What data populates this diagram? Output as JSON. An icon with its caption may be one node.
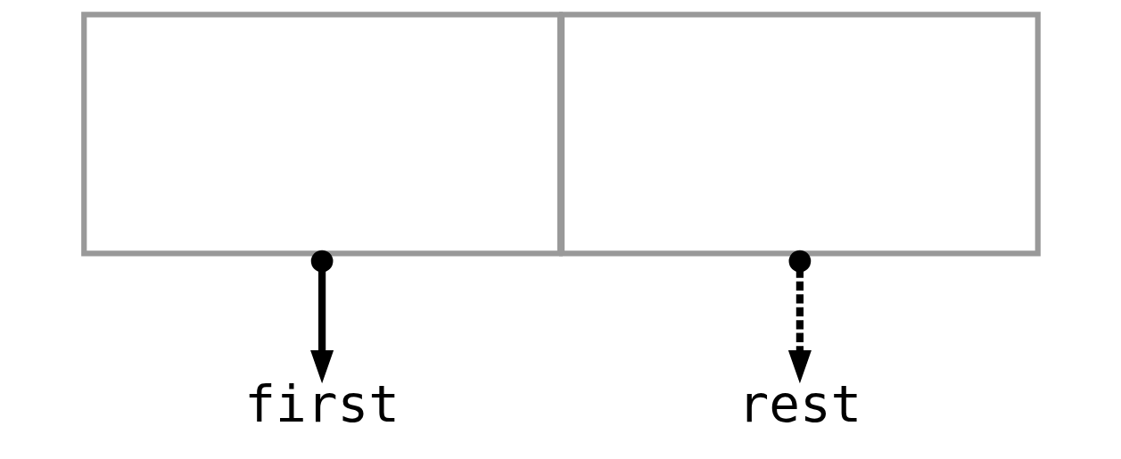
{
  "diagram": {
    "nodes": [
      {
        "text": [],
        "shape": "box"
      },
      {
        "text": [],
        "shape": "box"
      },
      {
        "text": [
          "first"
        ]
      },
      {
        "text": [
          "rest"
        ]
      }
    ],
    "edges": [
      {
        "from": 0,
        "to": 2,
        "arrow": "to"
      },
      {
        "from": 1,
        "to": 3,
        "arrow": "to",
        "style": "dashed"
      }
    ]
  }
}
